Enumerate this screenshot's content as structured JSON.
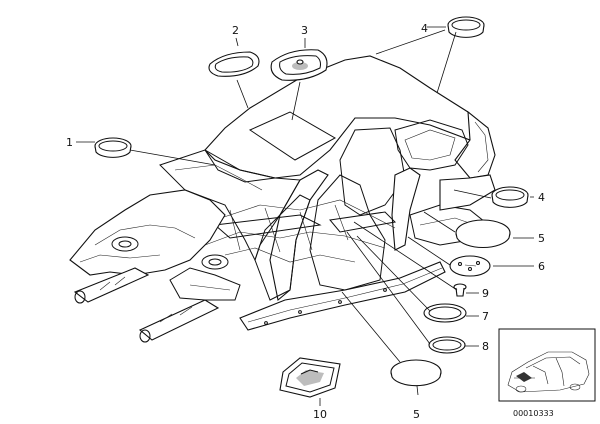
{
  "callouts": [
    {
      "id": "1",
      "label": "1"
    },
    {
      "id": "2",
      "label": "2"
    },
    {
      "id": "3",
      "label": "3"
    },
    {
      "id": "4a",
      "label": "4"
    },
    {
      "id": "4b",
      "label": "4"
    },
    {
      "id": "5",
      "label": "5"
    },
    {
      "id": "5b",
      "label": "5"
    },
    {
      "id": "6",
      "label": "6"
    },
    {
      "id": "7",
      "label": "7"
    },
    {
      "id": "8",
      "label": "8"
    },
    {
      "id": "9",
      "label": "9"
    },
    {
      "id": "10",
      "label": "10"
    }
  ],
  "reference_number": "00010333",
  "colors": {
    "line": "#111111",
    "shade": "#bdbdbd",
    "background": "#ffffff"
  }
}
